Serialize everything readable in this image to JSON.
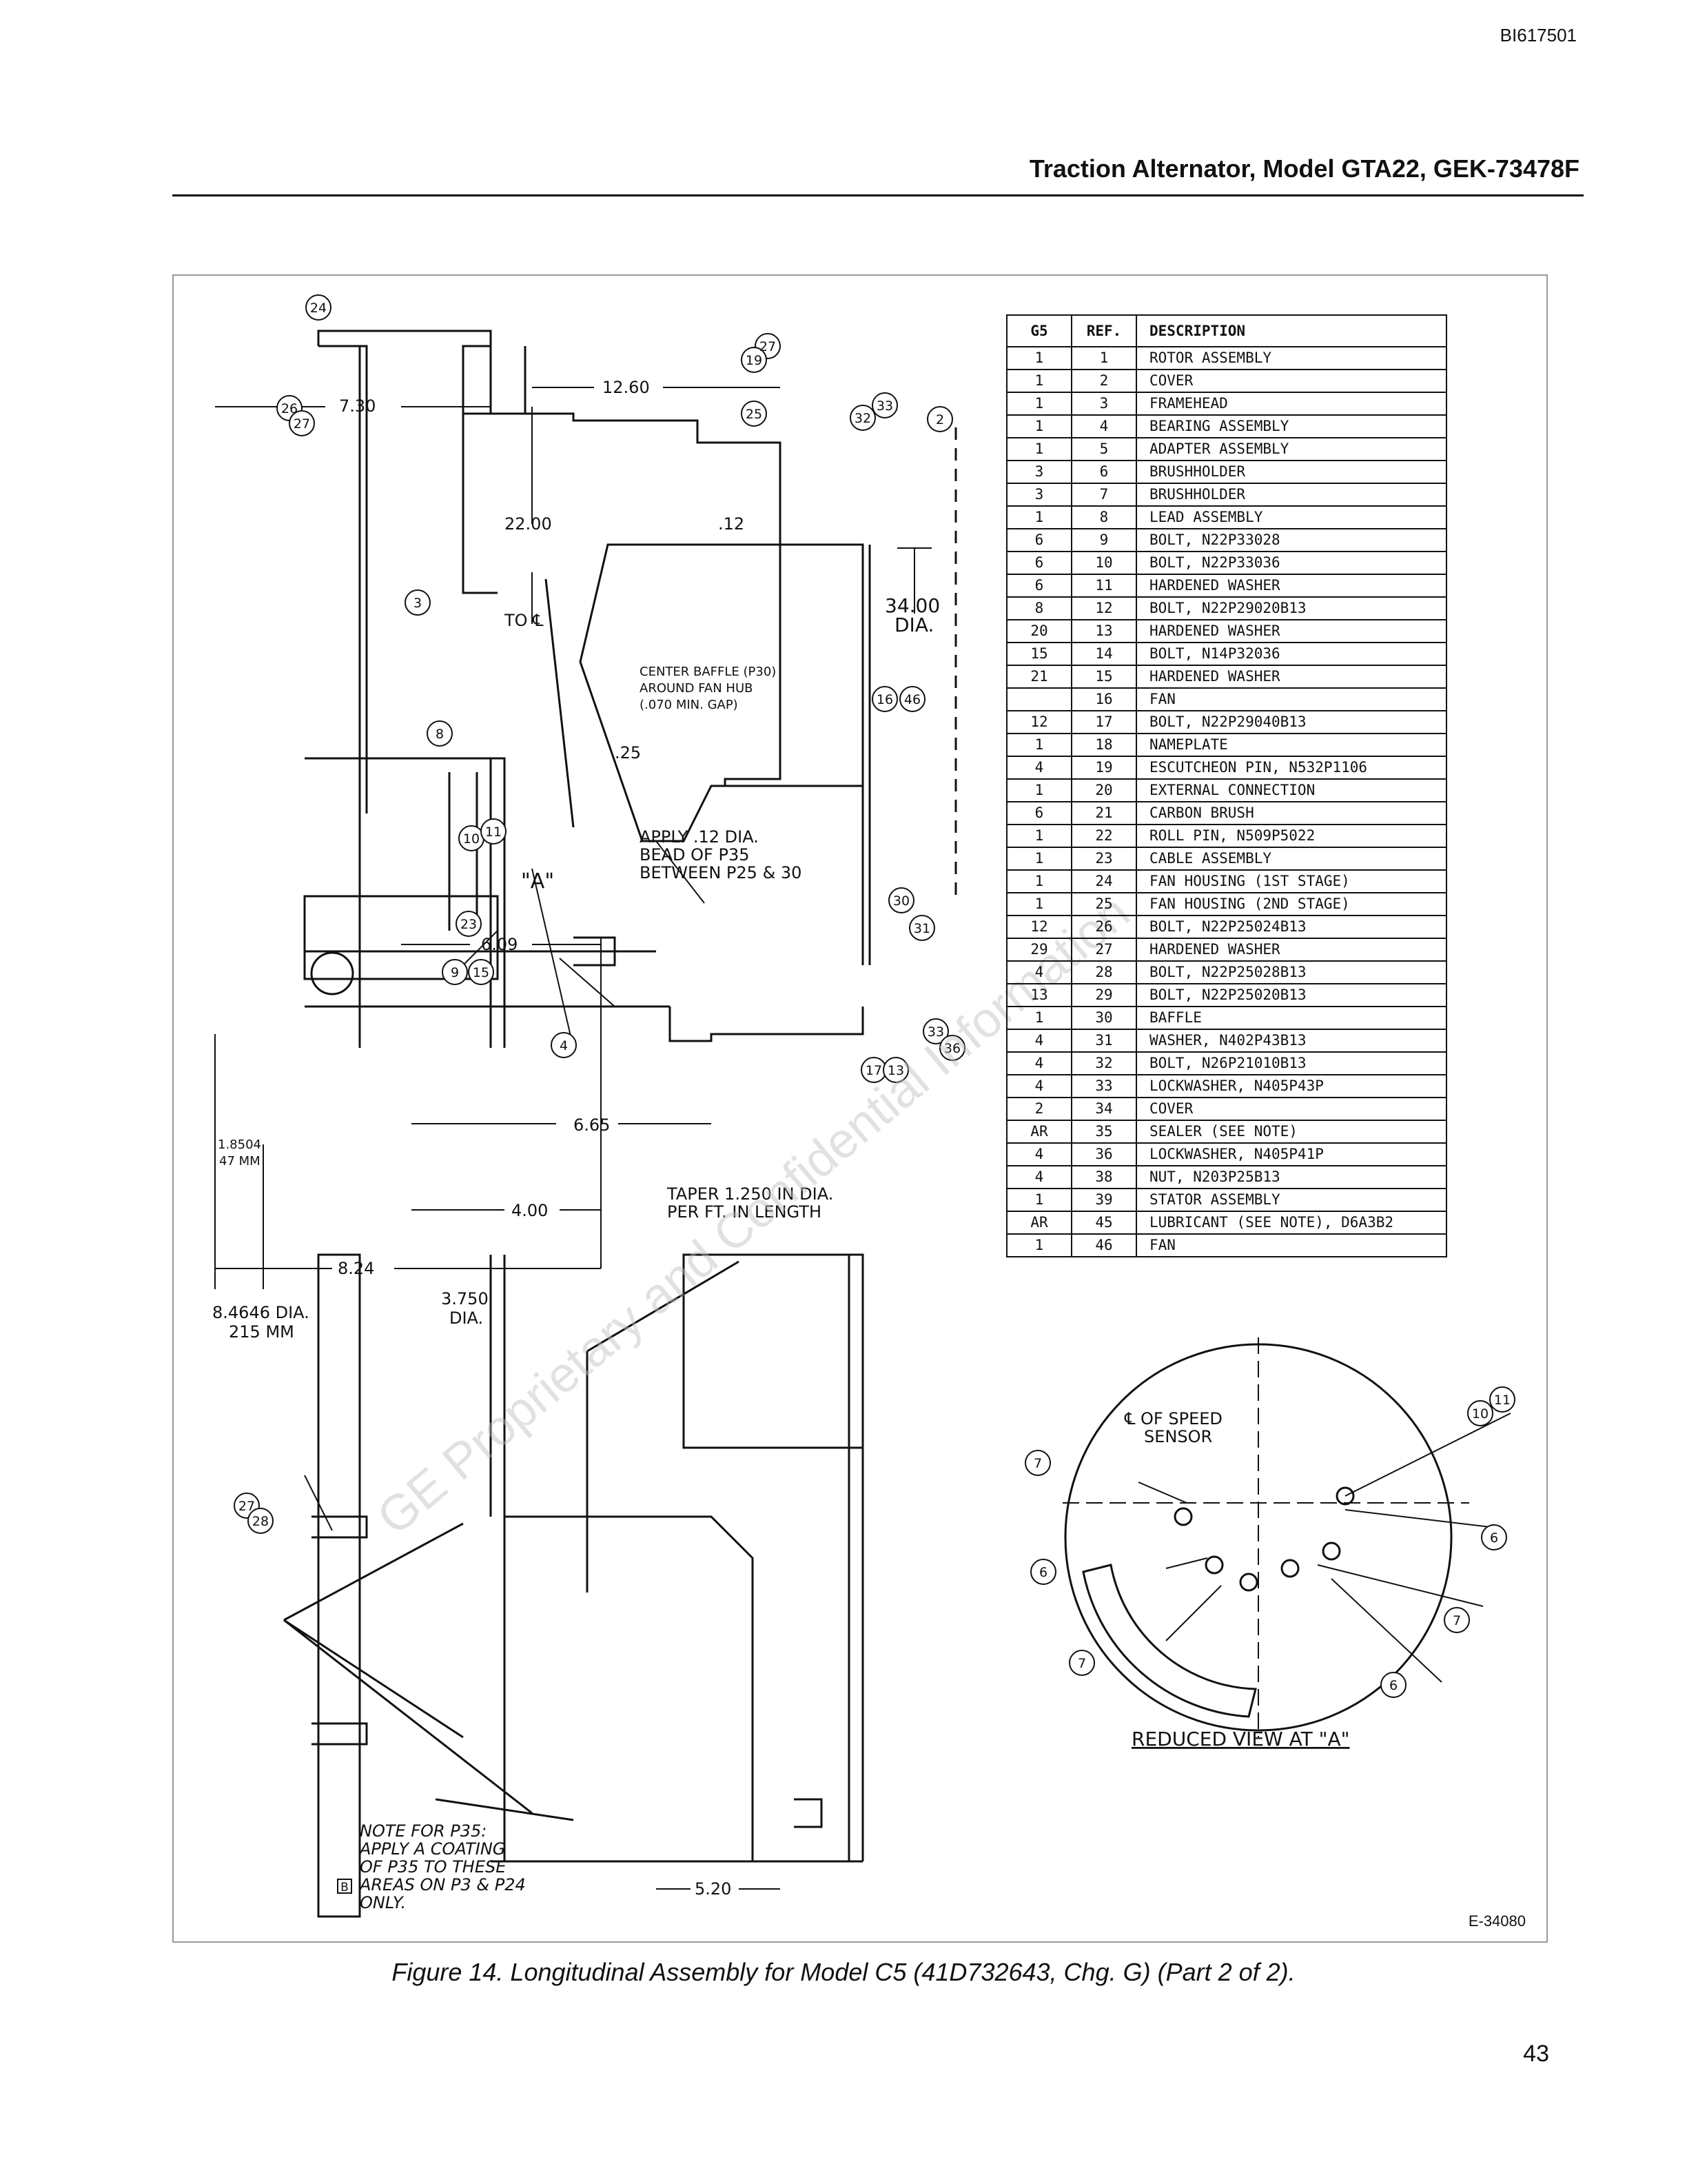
{
  "doc_id": "BI617501",
  "header": {
    "title": "Traction Alternator, Model GTA22, GEK-73478F"
  },
  "table": {
    "headers": [
      "G5",
      "REF.",
      "DESCRIPTION"
    ],
    "rows": [
      [
        "1",
        "1",
        "ROTOR ASSEMBLY"
      ],
      [
        "1",
        "2",
        "COVER"
      ],
      [
        "1",
        "3",
        "FRAMEHEAD"
      ],
      [
        "1",
        "4",
        "BEARING ASSEMBLY"
      ],
      [
        "1",
        "5",
        "ADAPTER ASSEMBLY"
      ],
      [
        "3",
        "6",
        "BRUSHHOLDER"
      ],
      [
        "3",
        "7",
        "BRUSHHOLDER"
      ],
      [
        "1",
        "8",
        "LEAD ASSEMBLY"
      ],
      [
        "6",
        "9",
        "BOLT, N22P33028"
      ],
      [
        "6",
        "10",
        "BOLT, N22P33036"
      ],
      [
        "6",
        "11",
        "HARDENED WASHER"
      ],
      [
        "8",
        "12",
        "BOLT, N22P29020B13"
      ],
      [
        "20",
        "13",
        "HARDENED WASHER"
      ],
      [
        "15",
        "14",
        "BOLT, N14P32036"
      ],
      [
        "21",
        "15",
        "HARDENED WASHER"
      ],
      [
        "",
        "16",
        "FAN"
      ],
      [
        "12",
        "17",
        "BOLT, N22P29040B13"
      ],
      [
        "1",
        "18",
        "NAMEPLATE"
      ],
      [
        "4",
        "19",
        "ESCUTCHEON PIN, N532P1106"
      ],
      [
        "1",
        "20",
        "EXTERNAL CONNECTION"
      ],
      [
        "6",
        "21",
        "CARBON BRUSH"
      ],
      [
        "1",
        "22",
        "ROLL PIN, N509P5022"
      ],
      [
        "1",
        "23",
        "CABLE ASSEMBLY"
      ],
      [
        "1",
        "24",
        "FAN HOUSING (1ST STAGE)"
      ],
      [
        "1",
        "25",
        "FAN HOUSING (2ND STAGE)"
      ],
      [
        "12",
        "26",
        "BOLT, N22P25024B13"
      ],
      [
        "29",
        "27",
        "HARDENED WASHER"
      ],
      [
        "4",
        "28",
        "BOLT, N22P25028B13"
      ],
      [
        "13",
        "29",
        "BOLT, N22P25020B13"
      ],
      [
        "1",
        "30",
        "BAFFLE"
      ],
      [
        "4",
        "31",
        "WASHER, N402P43B13"
      ],
      [
        "4",
        "32",
        "BOLT, N26P21010B13"
      ],
      [
        "4",
        "33",
        "LOCKWASHER, N405P43P"
      ],
      [
        "2",
        "34",
        "COVER"
      ],
      [
        "AR",
        "35",
        "SEALER (SEE NOTE)"
      ],
      [
        "4",
        "36",
        "LOCKWASHER, N405P41P"
      ],
      [
        "4",
        "38",
        "NUT, N203P25B13"
      ],
      [
        "1",
        "39",
        "STATOR ASSEMBLY"
      ],
      [
        "AR",
        "45",
        "LUBRICANT (SEE NOTE), D6A3B2"
      ],
      [
        "1",
        "46",
        "FAN"
      ]
    ]
  },
  "drawing": {
    "dims": {
      "d730": "7.30",
      "d1260": "12.60",
      "d2200": "22.00",
      "to_cl": "TO ℄",
      "d3400": "34.00",
      "dia": "DIA.",
      "d12": ".12",
      "d25": ".25",
      "d609": "6.09",
      "d665": "6.65",
      "d400": "4.00",
      "d824": "8.24",
      "d520": "5.20",
      "d18504": "1.8504",
      "d47mm": "47 MM",
      "d84646": "8.4646 DIA.",
      "d215mm": "215 MM",
      "d3750": "3.750",
      "d3750dia": "DIA.",
      "view_a": "\"A\""
    },
    "notes": {
      "center_baffle_1": "CENTER BAFFLE (P30)",
      "center_baffle_2": "AROUND FAN HUB",
      "center_baffle_3": "(.070 MIN. GAP)",
      "apply_1": "APPLY .12 DIA.",
      "apply_2": "BEAD OF P35",
      "apply_3": "BETWEEN P25 & 30",
      "taper_1": "TAPER 1.250 IN DIA.",
      "taper_2": "PER FT. IN LENGTH",
      "note_1": "NOTE FOR P35:",
      "note_2": "APPLY A COATING",
      "note_3": "OF P35 TO THESE",
      "note_4": "AREAS ON P3 & P24",
      "note_5": "ONLY.",
      "speed_1": "℄ OF SPEED",
      "speed_2": "SENSOR",
      "reduced": "REDUCED VIEW AT \"A\""
    },
    "callouts": {
      "c24": "24",
      "c27a": "27",
      "c19": "19",
      "c2": "2",
      "c25": "25",
      "c32": "32",
      "c33": "33",
      "c26": "26",
      "c27b": "27",
      "c3": "3",
      "c16": "16",
      "c46": "46",
      "c8": "8",
      "c10": "10",
      "c11": "11",
      "c23": "23",
      "c9": "9",
      "c15": "15",
      "c30": "30",
      "c31": "31",
      "c4": "4",
      "c17": "17",
      "c13": "13",
      "c33b": "33",
      "c36": "36",
      "c27c": "27",
      "c28": "28",
      "r11": "11",
      "r10": "10",
      "r7a": "7",
      "r6a": "6",
      "r6b": "6",
      "r7b": "7",
      "r7c": "7",
      "r6c": "6",
      "b_label": "B"
    },
    "watermark": "GE Proprietary and Confidential Information"
  },
  "figure_id": "E-34080",
  "caption": "Figure 14.  Longitudinal Assembly for Model C5 (41D732643, Chg. G) (Part 2 of 2).",
  "page_number": "43"
}
